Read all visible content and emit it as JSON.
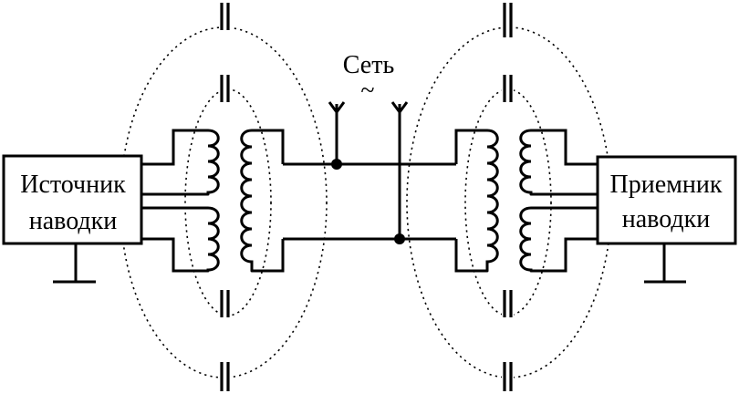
{
  "network": {
    "label": "Сеть",
    "ac_symbol": "~"
  },
  "source": {
    "line1": "Источник",
    "line2": "наводки"
  },
  "receiver": {
    "line1": "Приемник",
    "line2": "наводки"
  }
}
